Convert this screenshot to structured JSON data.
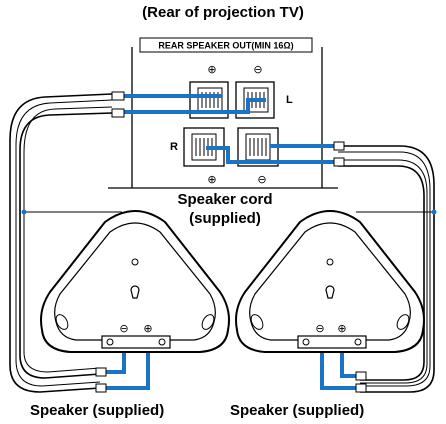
{
  "title": "(Rear of projection TV)",
  "panel": {
    "header": "REAR SPEAKER OUT(MIN 16Ω)",
    "left_label": "L",
    "right_label": "R",
    "plus_symbol": "⊕",
    "minus_symbol": "⊖"
  },
  "cord_label": "Speaker cord (supplied)",
  "speakers": [
    {
      "label": "Speaker (supplied)"
    },
    {
      "label": "Speaker (supplied)"
    }
  ],
  "colors": {
    "cable": "#1a73c7",
    "line": "#000000"
  }
}
